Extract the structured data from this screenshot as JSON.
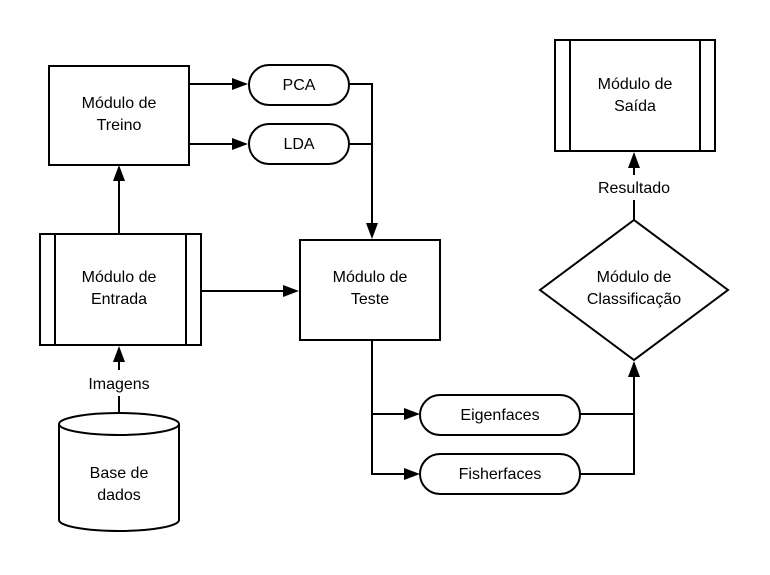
{
  "diagram": {
    "nodes": {
      "treino": {
        "line1": "Módulo de",
        "line2": "Treino"
      },
      "entrada": {
        "line1": "Módulo de",
        "line2": "Entrada"
      },
      "teste": {
        "line1": "Módulo de",
        "line2": "Teste"
      },
      "saida": {
        "line1": "Módulo de",
        "line2": "Saída"
      },
      "classificacao": {
        "line1": "Módulo de",
        "line2": "Classificação"
      },
      "base": {
        "line1": "Base de",
        "line2": "dados"
      },
      "pca": {
        "label": "PCA"
      },
      "lda": {
        "label": "LDA"
      },
      "eigenfaces": {
        "label": "Eigenfaces"
      },
      "fisherfaces": {
        "label": "Fisherfaces"
      }
    },
    "edge_labels": {
      "imagens": "Imagens",
      "resultado": "Resultado"
    }
  }
}
